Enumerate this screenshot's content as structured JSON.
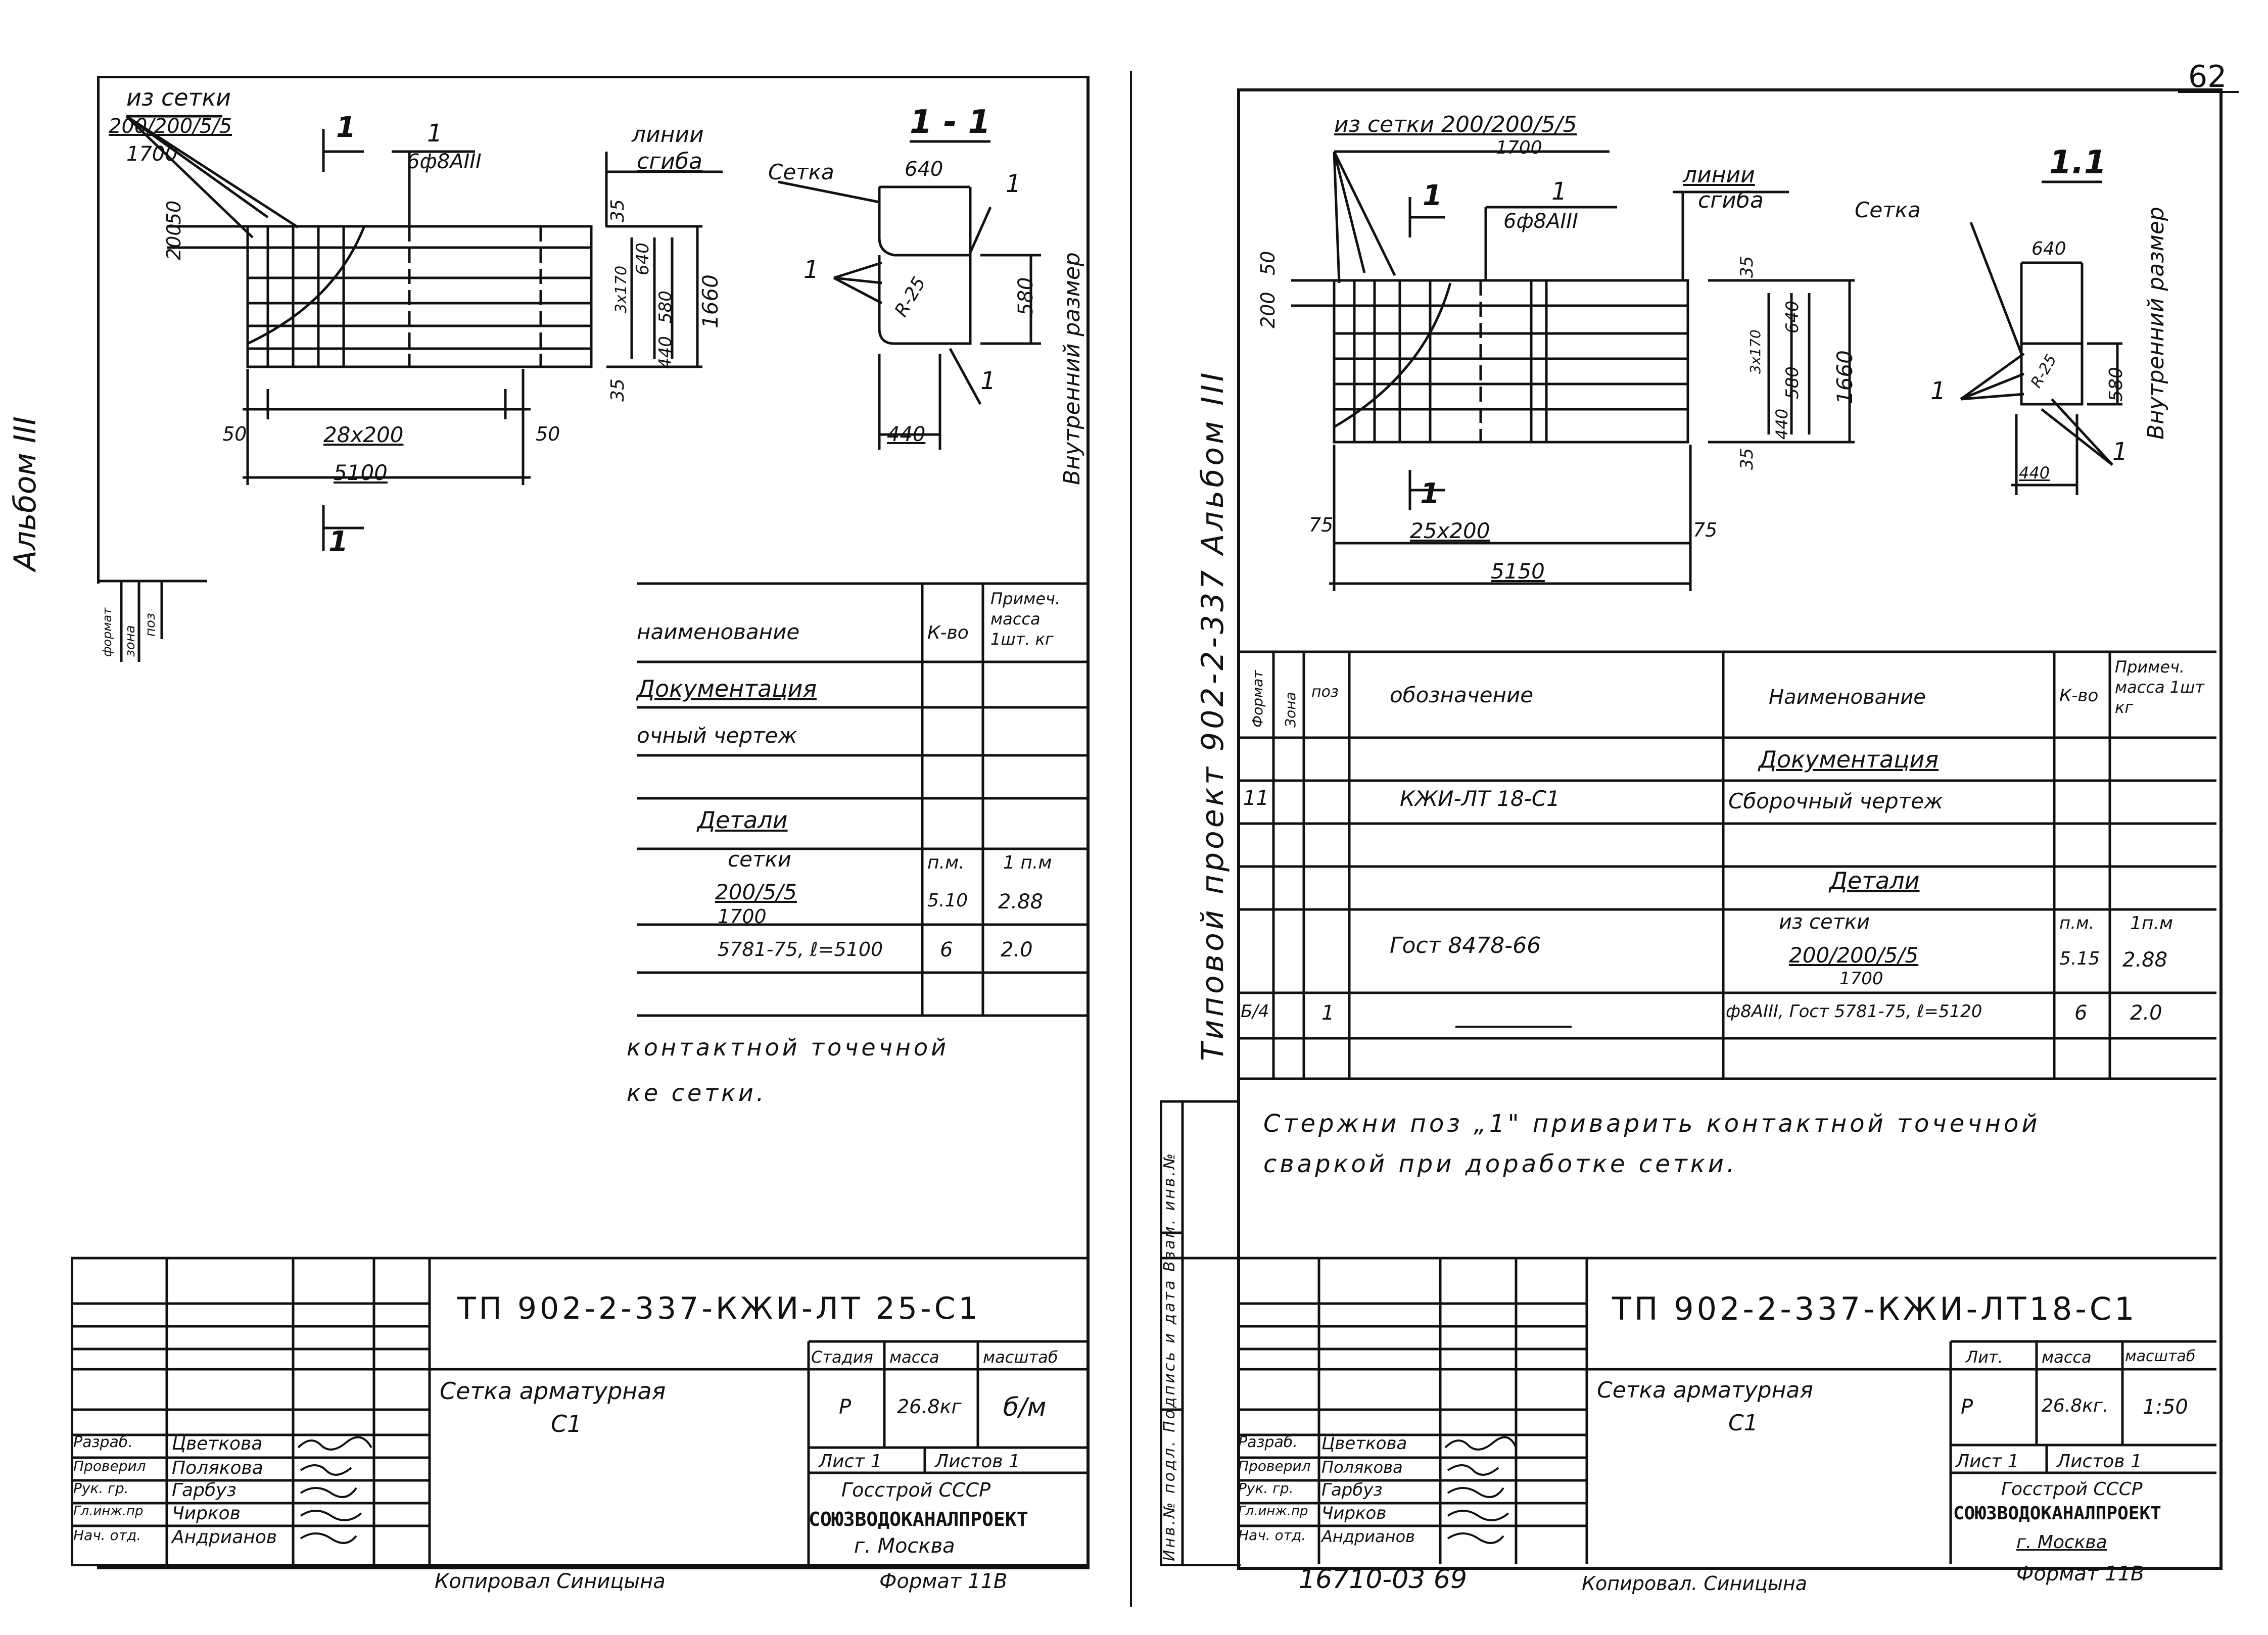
{
  "page_corner": "62",
  "left_sheet": {
    "side_label": "Альбом III",
    "callout_mesh": "из сетки",
    "callout_mesh_frac": "200/200/5/5",
    "callout_mesh_den": "1700",
    "pos1": "1",
    "rebar_label": "6ф8АIII",
    "bend_label_1": "линии",
    "bend_label_2": "сгиба",
    "section_marker": "1",
    "section_title": "1 - 1",
    "setka": "Сетка",
    "dim_640": "640",
    "dim_580": "580",
    "dim_440": "440",
    "radius": "R-25",
    "inner_size": "Внутренний размер",
    "dim_200": "200",
    "dim_50": "50",
    "dim_35a": "35",
    "dim_640b": "640",
    "dim_580b": "580",
    "dim_440b": "440",
    "dim_1660": "1660",
    "dim_35b": "35",
    "dim_3x170": "3х170",
    "dim_50l": "50",
    "dim_50r": "50",
    "dim_28x200": "28х200",
    "dim_5100": "5100",
    "spec_head_format": "формат",
    "spec_head_zone": "зона",
    "spec_head_pos": "поз",
    "spec_head_name": "наименование",
    "spec_head_qty": "К-во",
    "spec_head_note": "Примеч. масса 1шт. кг",
    "spec_doc": "Документация",
    "spec_assembly": "очный чертеж",
    "spec_details": "Детали",
    "spec_mesh": "сетки",
    "spec_mesh_frac": "200/5/5",
    "spec_mesh_den": "1700",
    "spec_unit": "п.м.",
    "spec_unit_mass": "1 п.м",
    "spec_qty1": "5.10",
    "spec_mass1": "2.88",
    "spec_rod": "5781-75, ℓ=5100",
    "spec_qty2": "6",
    "spec_mass2": "2.0",
    "note_1": "контактной точечной",
    "note_2": "ке сетки.",
    "code": "ТП 902-2-337-КЖИ-ЛТ 25-С1",
    "name_1": "Сетка арматурная",
    "name_2": "С1",
    "stage_h": "Стадия",
    "mass_h": "масса",
    "scale_h": "масштаб",
    "stage": "Р",
    "mass": "26.8кг",
    "scale": "б/м",
    "sheet": "Лист 1",
    "sheets": "Листов 1",
    "org1": "Госстрой СССР",
    "org2": "СОЮЗВОДОКАНАЛПРОЕКТ",
    "org3": "г. Москва",
    "roles": [
      "Разраб.",
      "Проверил",
      "Рук. гр.",
      "Гл.инж.пр",
      "Нач. отд."
    ],
    "people": [
      "Цветкова",
      "Полякова",
      "Гарбуз",
      "Чирков",
      "Андрианов"
    ],
    "copied": "Копировал  Синицына",
    "format": "Формат 11В"
  },
  "right_sheet": {
    "side_label": "Типовой проект 902-2-337 Альбом III",
    "side_stamp": "Инв.№ подл.  Подпись и дата  Взам. инв.№",
    "callout_mesh": "из сетки 200/200/5/5",
    "callout_mesh_den": "1700",
    "pos1": "1",
    "rebar_label": "6ф8АIII",
    "bend_label_1": "линии",
    "bend_label_2": "сгиба",
    "section_title": "1.1",
    "setka": "Сетка",
    "dim_640": "640",
    "dim_580": "580",
    "dim_440": "440",
    "radius": "R-25",
    "inner_size": "Внутренний размер",
    "dim_200": "200",
    "dim_50": "50",
    "dim_35a": "35",
    "dim_35b": "35",
    "dim_640b": "640",
    "dim_580b": "580",
    "dim_440b": "440",
    "dim_3x170": "3х170",
    "dim_1660": "1660",
    "dim_75l": "75",
    "dim_75r": "75",
    "dim_25x200": "25х200",
    "dim_5150": "5150",
    "section_marker": "1",
    "spec_head_format": "Формат",
    "spec_head_zone": "Зона",
    "spec_head_pos": "поз",
    "spec_head_desig": "обозначение",
    "spec_head_name": "Наименование",
    "spec_head_qty": "К-во",
    "spec_head_note": "Примеч. масса 1шт кг",
    "spec_doc": "Документация",
    "spec_row1_fmt": "11",
    "spec_row1_desig": "КЖИ-ЛТ 18-С1",
    "spec_row1_name": "Сборочный чертеж",
    "spec_details": "Детали",
    "spec_gost": "Гост 8478-66",
    "spec_mesh": "из сетки",
    "spec_mesh_frac": "200/200/5/5",
    "spec_mesh_den": "1700",
    "spec_unit": "п.м.",
    "spec_unit_mass": "1п.м",
    "spec_qty1": "5.15",
    "spec_mass1": "2.88",
    "spec_row3_fmt": "Б/4",
    "spec_row3_pos": "1",
    "spec_rod": "ф8АIII, Гост 5781-75, ℓ=5120",
    "spec_qty2": "6",
    "spec_mass2": "2.0",
    "note_1": "Стержни поз „1\" приварить контактной точечной",
    "note_2": "сваркой при доработке сетки.",
    "code": "ТП 902-2-337-КЖИ-ЛТ18-С1",
    "name_1": "Сетка арматурная",
    "name_2": "С1",
    "stage_h": "Лит.",
    "mass_h": "масса",
    "scale_h": "масштаб",
    "stage": "Р",
    "mass": "26.8кг.",
    "scale": "1:50",
    "sheet": "Лист 1",
    "sheets": "Листов 1",
    "org1": "Госстрой СССР",
    "org2": "СОЮЗВОДОКАНАЛПРОЕКТ",
    "org3": "г. Москва",
    "roles": [
      "Разраб.",
      "Проверил",
      "Рук. гр.",
      "Гл.инж.пр",
      "Нач. отд."
    ],
    "people": [
      "Цветкова",
      "Полякова",
      "Гарбуз",
      "Чирков",
      "Андрианов"
    ],
    "bottom_num": "16710-03  69",
    "copied": "Копировал. Синицына",
    "format": "Формат 11В"
  }
}
